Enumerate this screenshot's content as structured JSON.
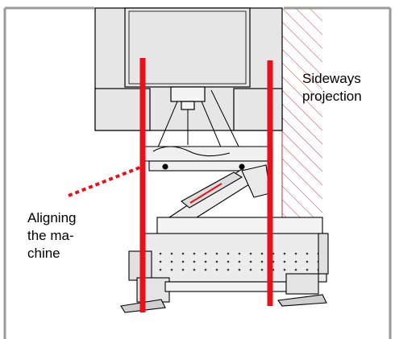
{
  "labels": {
    "sideways_projection": "Sideways\nprojection",
    "aligning_machine": "Aligning\nthe ma-\nchine"
  },
  "colors": {
    "alignment_lines": "#e8101a",
    "outline": "#000000",
    "frame": "#9a9a9a",
    "ceiling_fill": "#e6e6e6",
    "hatch": "#d23a3a",
    "machine_fill": "#f0f0f0"
  },
  "icons": [
    "ceiling-structure",
    "drilling-rig",
    "wall-hatching"
  ]
}
